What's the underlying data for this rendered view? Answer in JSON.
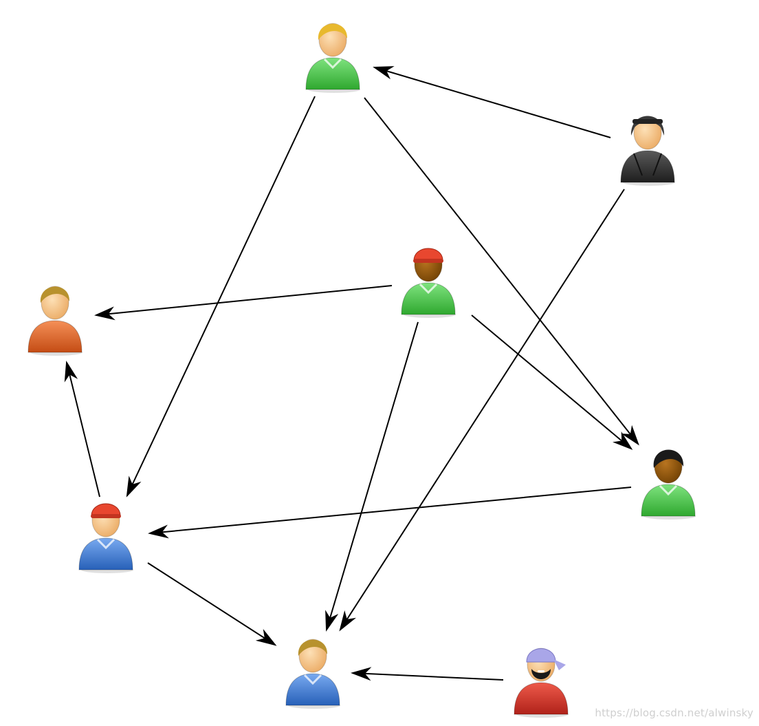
{
  "watermark": "https://blog.csdn.net/alwinsky",
  "colors": {
    "edge": "#000000",
    "skin": "#f7c48a",
    "skin_dark": "#8a5406",
    "green": "#4ccf4c",
    "blue": "#3f7fd6",
    "orange": "#e86a2c",
    "dark": "#3a3a3a",
    "red": "#d9362b",
    "hair_blonde": "#e8b92e",
    "hair_brown": "#b8922e",
    "cap_red": "#e8472f",
    "hair_black": "#1a1a1a",
    "bandana": "#a9a6e8"
  },
  "nodes": [
    {
      "id": "user-top",
      "icon": "user-green-blonde-icon",
      "shirt": "green",
      "hair": "blonde",
      "skin": "light"
    },
    {
      "id": "user-dark",
      "icon": "user-dark-hooded-icon",
      "shirt": "dark",
      "hair": "hood",
      "skin": "light"
    },
    {
      "id": "user-center",
      "icon": "user-green-redcap-icon",
      "shirt": "green",
      "hair": "cap",
      "skin": "dark"
    },
    {
      "id": "user-left",
      "icon": "user-orange-icon",
      "shirt": "orange",
      "hair": "brown",
      "skin": "light"
    },
    {
      "id": "user-right",
      "icon": "user-green-blackhair-icon",
      "shirt": "green",
      "hair": "black",
      "skin": "dark"
    },
    {
      "id": "user-blue-cap",
      "icon": "user-blue-redcap-icon",
      "shirt": "blue",
      "hair": "cap",
      "skin": "light"
    },
    {
      "id": "user-bottom",
      "icon": "user-blue-icon",
      "shirt": "blue",
      "hair": "brown",
      "skin": "light"
    },
    {
      "id": "user-pirate",
      "icon": "user-red-bandana-icon",
      "shirt": "red",
      "hair": "bandana",
      "skin": "light"
    }
  ],
  "edges": [
    {
      "from": "user-dark",
      "to": "user-top"
    },
    {
      "from": "user-top",
      "to": "user-blue-cap"
    },
    {
      "from": "user-top",
      "to": "user-right"
    },
    {
      "from": "user-dark",
      "to": "user-bottom"
    },
    {
      "from": "user-center",
      "to": "user-left"
    },
    {
      "from": "user-center",
      "to": "user-right"
    },
    {
      "from": "user-center",
      "to": "user-bottom"
    },
    {
      "from": "user-blue-cap",
      "to": "user-left"
    },
    {
      "from": "user-right",
      "to": "user-blue-cap"
    },
    {
      "from": "user-blue-cap",
      "to": "user-bottom"
    },
    {
      "from": "user-pirate",
      "to": "user-bottom"
    }
  ]
}
